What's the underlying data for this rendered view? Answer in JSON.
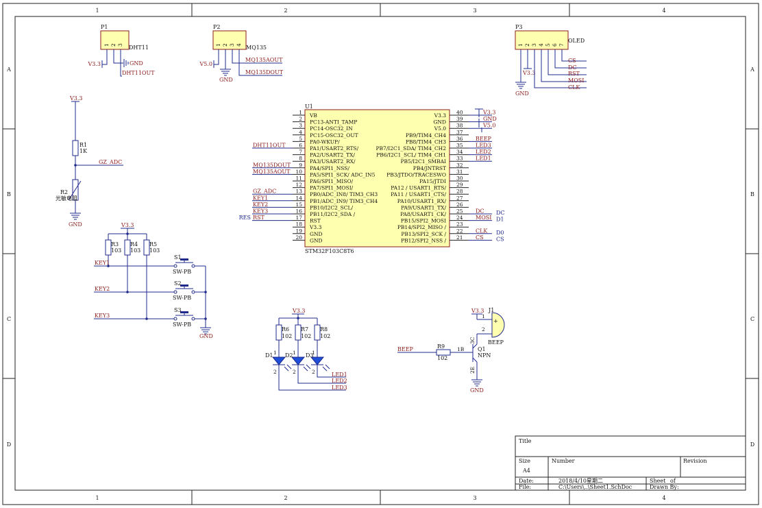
{
  "frame": {
    "col_labels": [
      "1",
      "2",
      "3",
      "4"
    ],
    "row_labels": [
      "A",
      "B",
      "C",
      "D"
    ]
  },
  "connectors": {
    "p1": {
      "ref": "P1",
      "value": "DHT11",
      "pins": [
        "1",
        "2",
        "3"
      ],
      "nets": {
        "vcc": "V3.3",
        "gnd": "GND",
        "out": "DHT11OUT"
      }
    },
    "p2": {
      "ref": "P2",
      "value": "MQ135",
      "pins": [
        "1",
        "2",
        "3",
        "4"
      ],
      "nets": {
        "vcc": "V5.0",
        "gnd": "GND",
        "aout": "MQ135AOUT",
        "dout": "MQ135DOUT"
      }
    },
    "p3": {
      "ref": "P3",
      "value": "OLED",
      "pins": [
        "1",
        "2",
        "3",
        "4",
        "5",
        "6",
        "7"
      ],
      "nets": {
        "vcc": "V3.3",
        "gnd": "GND",
        "cs": "CS",
        "dc": "DC",
        "rst": "RST",
        "mosi": "MOSI",
        "clk": "CLK"
      }
    }
  },
  "mcu": {
    "ref": "U1",
    "part": "STM32F103C8T6",
    "left_pins": [
      {
        "num": "1",
        "name": "VB"
      },
      {
        "num": "2",
        "name": "PC13-ANTI_TAMP"
      },
      {
        "num": "3",
        "name": "PC14-OSC32_IN"
      },
      {
        "num": "4",
        "name": "PC15-OSC32_OUT"
      },
      {
        "num": "5",
        "name": "PA0-WKUP/"
      },
      {
        "num": "6",
        "name": "PA1/USART2_RTS/"
      },
      {
        "num": "7",
        "name": "PA2/USART2_TX/"
      },
      {
        "num": "8",
        "name": "PA3/USART2_RX/"
      },
      {
        "num": "9",
        "name": "PA4/SPI1_NSS/"
      },
      {
        "num": "10",
        "name": "PA5/SPI1_SCK/ ADC_IN5"
      },
      {
        "num": "11",
        "name": "PA6/SPI1_MISO/"
      },
      {
        "num": "12",
        "name": "PA7/SPI1_MOSI/"
      },
      {
        "num": "13",
        "name": "PB0/ADC_IN8/ TIM3_CH3"
      },
      {
        "num": "14",
        "name": "PB1/ADC_IN9/ TIM3_CH4"
      },
      {
        "num": "15",
        "name": "PB10/I2C2_SCL/"
      },
      {
        "num": "16",
        "name": "PB11/I2C2_SDA /"
      },
      {
        "num": "17",
        "name": "RST"
      },
      {
        "num": "18",
        "name": "V3.3"
      },
      {
        "num": "19",
        "name": "GND"
      },
      {
        "num": "20",
        "name": "GND"
      }
    ],
    "right_pins": [
      {
        "num": "40",
        "name": "V3.3"
      },
      {
        "num": "39",
        "name": "GND"
      },
      {
        "num": "38",
        "name": "V5.0"
      },
      {
        "num": "37",
        "name": "PB9/TIM4_CH4"
      },
      {
        "num": "36",
        "name": "PB8/TIM4_CH3"
      },
      {
        "num": "35",
        "name": "PB7/I2C1_SDA/ TIM4_CH2"
      },
      {
        "num": "34",
        "name": "PB6/I2C1_SCL/ TIM4_CH1"
      },
      {
        "num": "33",
        "name": "PB5/I2C1_SMBAI"
      },
      {
        "num": "32",
        "name": "PB4/JNTRST"
      },
      {
        "num": "31",
        "name": "PB3/JTDO/TRACESWO"
      },
      {
        "num": "30",
        "name": "PA15/JTDI"
      },
      {
        "num": "29",
        "name": "PA12 / USART1_RTS/"
      },
      {
        "num": "28",
        "name": "PA11 / USART1_CTS/"
      },
      {
        "num": "27",
        "name": "PA10/USART1_RX/"
      },
      {
        "num": "26",
        "name": "PA9/USART1_TX/"
      },
      {
        "num": "25",
        "name": "PA8/USART1_CK/"
      },
      {
        "num": "24",
        "name": "PB15/SPI2_MOSI"
      },
      {
        "num": "23",
        "name": "PB14/SPI2_MISO /"
      },
      {
        "num": "22",
        "name": "PB13/SPI2_SCK /"
      },
      {
        "num": "21",
        "name": "PB12/SPI2_NSS /"
      }
    ],
    "left_nets": [
      {
        "pin": "6",
        "net": "DHT11OUT"
      },
      {
        "pin": "9",
        "net": "MQ135DOUT"
      },
      {
        "pin": "10",
        "net": "MQ135AOUT"
      },
      {
        "pin": "13",
        "net": "GZ_ADC"
      },
      {
        "pin": "14",
        "net": "KEY1"
      },
      {
        "pin": "15",
        "net": "KEY2"
      },
      {
        "pin": "16",
        "net": "KEY3"
      },
      {
        "pin": "17",
        "net": "RST"
      }
    ],
    "res_label": "RES",
    "right_nets": [
      {
        "pin": "40",
        "net": "V3.3"
      },
      {
        "pin": "39",
        "net": "GND"
      },
      {
        "pin": "38",
        "net": "V5.0"
      },
      {
        "pin": "36",
        "net": "BEEP"
      },
      {
        "pin": "35",
        "net": "LED3"
      },
      {
        "pin": "34",
        "net": "LED2"
      },
      {
        "pin": "33",
        "net": "LED1"
      },
      {
        "pin": "25",
        "net": "DC"
      },
      {
        "pin": "24",
        "net": "MOSI"
      },
      {
        "pin": "22",
        "net": "CLK"
      },
      {
        "pin": "21",
        "net": "CS"
      }
    ],
    "oled_pin_labels": [
      {
        "pin": "25",
        "text": "DC"
      },
      {
        "pin": "24",
        "text": "D1"
      },
      {
        "pin": "22",
        "text": "D0"
      },
      {
        "pin": "21",
        "text": "CS"
      }
    ]
  },
  "light_sensor": {
    "vcc": "V3.3",
    "r1_ref": "R1",
    "r1_value": "1K",
    "net": "GZ_ADC",
    "r2_ref": "R2",
    "r2_value": "光敏电阻",
    "gnd": "GND"
  },
  "keys": {
    "vcc": "V3.3",
    "resistors": [
      {
        "ref": "R3",
        "value": "103"
      },
      {
        "ref": "R4",
        "value": "103"
      },
      {
        "ref": "R5",
        "value": "103"
      }
    ],
    "switches": [
      {
        "ref": "S1",
        "value": "SW-PB",
        "net": "KEY1"
      },
      {
        "ref": "S2",
        "value": "SW-PB",
        "net": "KEY2"
      },
      {
        "ref": "S3",
        "value": "SW-PB",
        "net": "KEY3"
      }
    ],
    "gnd": "GND"
  },
  "leds": {
    "vcc": "V3.3",
    "resistors": [
      {
        "ref": "R6",
        "value": "102"
      },
      {
        "ref": "R7",
        "value": "102"
      },
      {
        "ref": "R8",
        "value": "102"
      }
    ],
    "diodes": [
      "D1",
      "D2",
      "D3"
    ],
    "nets": [
      "LED1",
      "LED2",
      "LED3"
    ],
    "pin1": "1",
    "pin2": "2"
  },
  "buzzer": {
    "vcc": "V3.3",
    "j_ref": "J1",
    "j_value": "BEEP",
    "plus": "+",
    "pin1": "1",
    "pin2": "2",
    "net": "BEEP",
    "r_ref": "R9",
    "r_value": "102",
    "q_ref": "Q1",
    "q_value": "NPN",
    "base": "1B",
    "collector": "3C",
    "emitter": "2E",
    "gnd": "GND"
  },
  "title_block": {
    "title_label": "Title",
    "size_label": "Size",
    "size_value": "A4",
    "number_label": "Number",
    "revision_label": "Revision",
    "date_label": "Date:",
    "date_value": "2018/4/10星期二",
    "file_label": "File:",
    "file_value": "C:\\Users\\..\\Sheet1.SchDoc",
    "sheet_label": "Sheet",
    "of_label": "of",
    "drawn_label": "Drawn By:"
  },
  "colors": {
    "wire": "#1f2a8c",
    "net": "#8b1a1a",
    "body": "#ffffb0",
    "line": "#222222",
    "led": "#1f4fd8"
  }
}
